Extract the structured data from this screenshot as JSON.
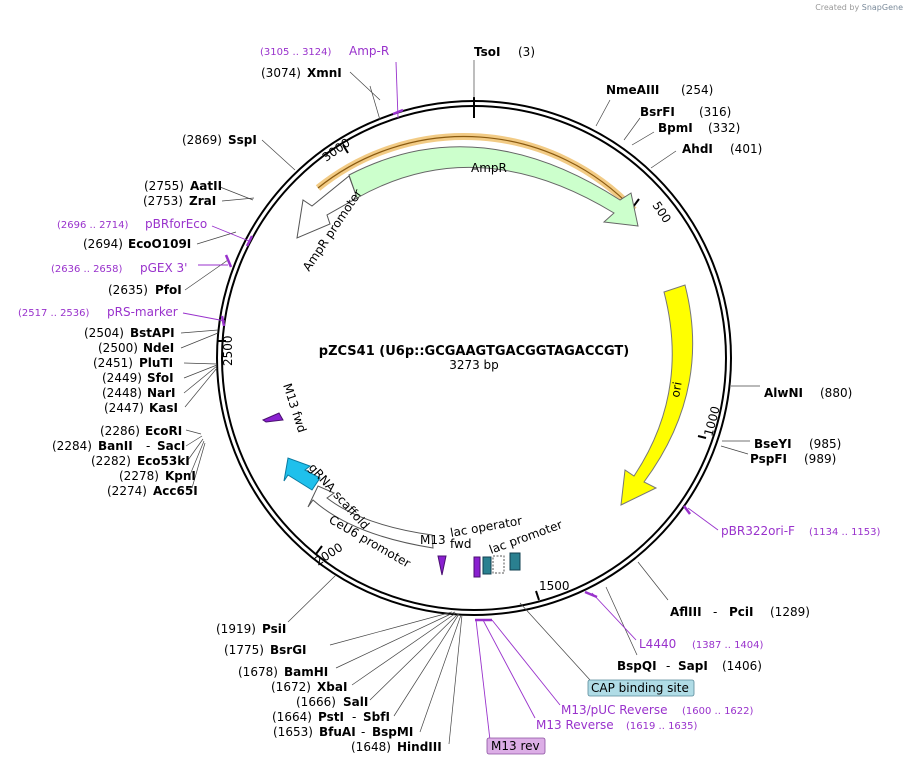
{
  "credit": {
    "prefix": "Created by",
    "brand": "SnapGene"
  },
  "plasmid": {
    "name": "pZCS41 (U6p::GCGAAGTGACGGTAGACCGT)",
    "size": "3273 bp"
  },
  "ticks": [
    "500",
    "1000",
    "1500",
    "2000",
    "2500",
    "3000"
  ],
  "enzymes": [
    {
      "name": "TsoI",
      "pos": "(3)"
    },
    {
      "name": "NmeAIII",
      "pos": "(254)"
    },
    {
      "name": "BsrFI",
      "pos": "(316)"
    },
    {
      "name": "BpmI",
      "pos": "(332)"
    },
    {
      "name": "AhdI",
      "pos": "(401)"
    },
    {
      "name": "AlwNI",
      "pos": "(880)"
    },
    {
      "name": "BseYI",
      "pos": "(985)"
    },
    {
      "name": "PspFI",
      "pos": "(989)"
    },
    {
      "name": "AflIII",
      "pos": "(1289)"
    },
    {
      "name": "PciI",
      "pos": ""
    },
    {
      "name": "BspQI",
      "pos": "(1406)"
    },
    {
      "name": "SapI",
      "pos": ""
    },
    {
      "name": "PsiI",
      "pos": "(1919)"
    },
    {
      "name": "BsrGI",
      "pos": "(1775)"
    },
    {
      "name": "BamHI",
      "pos": "(1678)"
    },
    {
      "name": "XbaI",
      "pos": "(1672)"
    },
    {
      "name": "SalI",
      "pos": "(1666)"
    },
    {
      "name": "PstI",
      "pos": "(1664)"
    },
    {
      "name": "SbfI",
      "pos": ""
    },
    {
      "name": "BfuAI",
      "pos": "(1653)"
    },
    {
      "name": "BspMI",
      "pos": ""
    },
    {
      "name": "HindIII",
      "pos": "(1648)"
    },
    {
      "name": "Acc65I",
      "pos": "(2274)"
    },
    {
      "name": "KpnI",
      "pos": "(2278)"
    },
    {
      "name": "Eco53kI",
      "pos": "(2282)"
    },
    {
      "name": "BanII",
      "pos": "(2284)"
    },
    {
      "name": "SacI",
      "pos": ""
    },
    {
      "name": "EcoRI",
      "pos": "(2286)"
    },
    {
      "name": "KasI",
      "pos": "(2447)"
    },
    {
      "name": "NarI",
      "pos": "(2448)"
    },
    {
      "name": "SfoI",
      "pos": "(2449)"
    },
    {
      "name": "PluTI",
      "pos": "(2451)"
    },
    {
      "name": "NdeI",
      "pos": "(2500)"
    },
    {
      "name": "BstAPI",
      "pos": "(2504)"
    },
    {
      "name": "PfoI",
      "pos": "(2635)"
    },
    {
      "name": "EcoO109I",
      "pos": "(2694)"
    },
    {
      "name": "ZraI",
      "pos": "(2753)"
    },
    {
      "name": "AatII",
      "pos": "(2755)"
    },
    {
      "name": "SspI",
      "pos": "(2869)"
    },
    {
      "name": "XmnI",
      "pos": "(3074)"
    }
  ],
  "primers": [
    {
      "name": "Amp-R",
      "pos": "(3105 .. 3124)"
    },
    {
      "name": "pBR322ori-F",
      "pos": "(1134 .. 1153)"
    },
    {
      "name": "L4440",
      "pos": "(1387 .. 1404)"
    },
    {
      "name": "M13/pUC Reverse",
      "pos": "(1600 .. 1622)"
    },
    {
      "name": "M13 Reverse",
      "pos": "(1619 .. 1635)"
    },
    {
      "name": "pBRforEco",
      "pos": "(2696 .. 2714)"
    },
    {
      "name": "pGEX 3'",
      "pos": "(2636 .. 2658)"
    },
    {
      "name": "pRS-marker",
      "pos": "(2517 .. 2536)"
    }
  ],
  "boxed": {
    "cap": "CAP binding site",
    "m13rev": "M13 rev"
  },
  "features": {
    "ampr": "AmpR",
    "ampr_promoter": "AmpR promoter",
    "ori": "ori",
    "lac_operator": "lac operator",
    "lac_promoter": "lac promoter",
    "m13fwd_inner": "M13 fwd",
    "m13fwd_outer": "M13\nfwd",
    "cew6": "CeU6 promoter",
    "grna": "gRNA scaffold"
  },
  "colors": {
    "backbone": "#000000",
    "primer": "#9932cc",
    "ampr": "#ccffcc",
    "ori": "#ffff00",
    "grna": "#1fc0ec",
    "cap_box": "#b0dce6",
    "m13rev_box": "#dcaee6",
    "highlight": "#e8a020"
  }
}
